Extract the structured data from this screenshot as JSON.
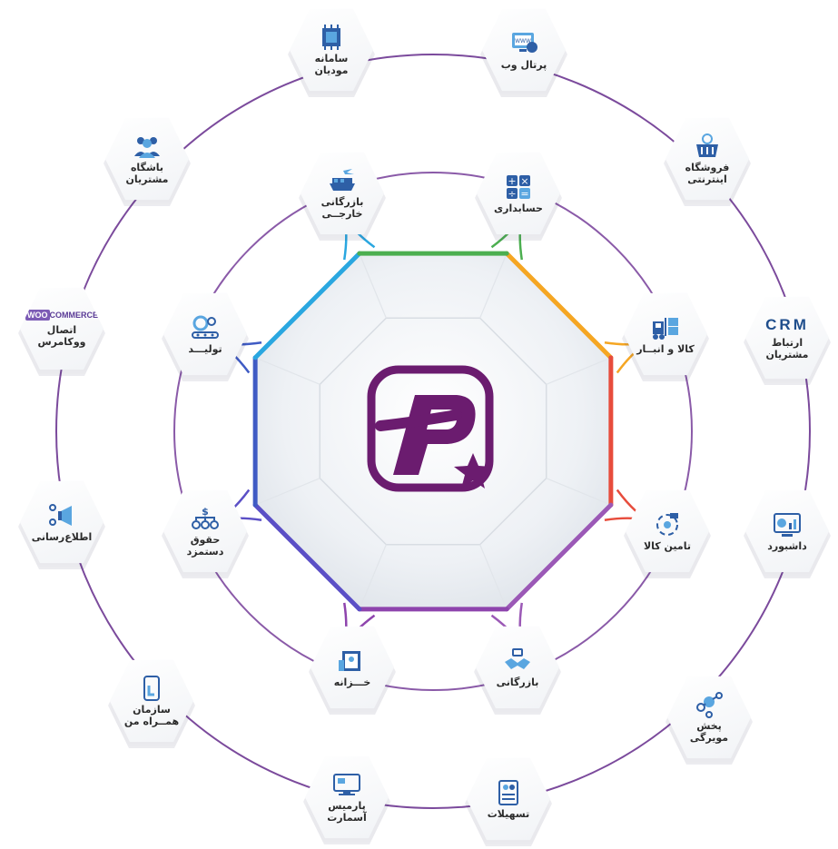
{
  "colors": {
    "ring": "#7b4a9c",
    "ring_inner": "#8a5aa8",
    "logo": "#6b1c6f",
    "icon_primary": "#2e5fa6",
    "icon_accent": "#5aa6e0",
    "octagon_edges": [
      "#f5a623",
      "#e74c3c",
      "#9b59b6",
      "#8e44ad",
      "#5b4fc6",
      "#3f5bc4",
      "#2aa7e0",
      "#4caf50"
    ]
  },
  "center": {
    "logo_letter": "P",
    "logo_icon": "parmis-star-logo"
  },
  "outer_modules": [
    {
      "id": "web-portal",
      "label": "پرتال وب",
      "icon": "web-portal-icon"
    },
    {
      "id": "online-store",
      "label": "فروشگاه\nاینترنتی",
      "icon": "online-store-icon"
    },
    {
      "id": "crm",
      "label": "ارتباط\nمشتریان",
      "brand": "CRM",
      "icon": "crm-icon"
    },
    {
      "id": "dashboard",
      "label": "داشبورد",
      "icon": "dashboard-icon"
    },
    {
      "id": "distribution",
      "label": "پخش\nمویرگی",
      "icon": "distribution-icon"
    },
    {
      "id": "facilities",
      "label": "تسهیلات",
      "icon": "facilities-icon"
    },
    {
      "id": "parmis-smart",
      "label": "پارمیس\nآسمارت",
      "icon": "parmis-smart-icon"
    },
    {
      "id": "mobile-org",
      "label": "سازمان\nهمــراه من",
      "icon": "mobile-org-icon"
    },
    {
      "id": "notification",
      "label": "اطلاع‌رسانی",
      "icon": "megaphone-icon"
    },
    {
      "id": "woocommerce",
      "label": "اتصال\nووکامرس",
      "brand_a": "WOO",
      "brand_b": "COMMERCE",
      "icon": "woocommerce-icon"
    },
    {
      "id": "customer-club",
      "label": "باشگاه\nمشتریان",
      "icon": "customer-club-icon"
    },
    {
      "id": "taxpayers",
      "label": "سامانه\nمودیان",
      "icon": "taxpayers-icon"
    }
  ],
  "inner_modules": [
    {
      "id": "accounting",
      "label": "حسابداری",
      "icon": "calculator-icon"
    },
    {
      "id": "goods-warehouse",
      "label": "کالا و انبــار",
      "icon": "forklift-icon"
    },
    {
      "id": "procurement",
      "label": "تامین کالا",
      "icon": "supply-icon"
    },
    {
      "id": "commerce",
      "label": "بازرگانی",
      "icon": "handshake-icon"
    },
    {
      "id": "treasury",
      "label": "خـــزانه",
      "icon": "treasury-icon"
    },
    {
      "id": "payroll",
      "label": "حقوق\nدستمزد",
      "icon": "payroll-icon"
    },
    {
      "id": "production",
      "label": "تولیـــد",
      "icon": "production-icon"
    },
    {
      "id": "foreign-trade",
      "label": "بازرگانی\nخارجــی",
      "icon": "foreign-trade-icon"
    }
  ]
}
